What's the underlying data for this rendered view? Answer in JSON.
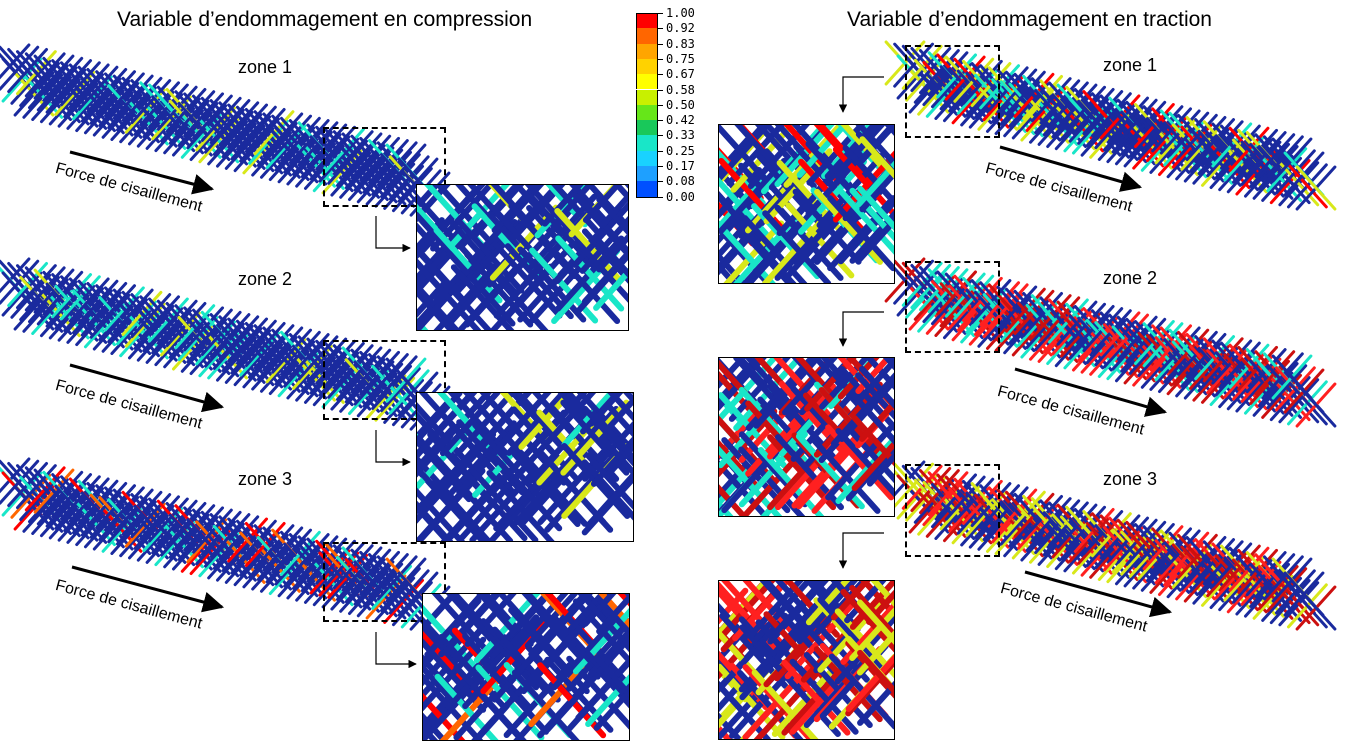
{
  "titles": {
    "compression": "Variable d’endommagement en compression",
    "traction": "Variable d’endommagement en traction"
  },
  "zones": {
    "z1": "zone 1",
    "z2": "zone 2",
    "z3": "zone 3"
  },
  "force_label": "Force de cisaillement",
  "legend": {
    "values": [
      "1.00",
      "0.92",
      "0.83",
      "0.75",
      "0.67",
      "0.58",
      "0.50",
      "0.42",
      "0.33",
      "0.25",
      "0.17",
      "0.08",
      "0.00"
    ],
    "colors": [
      "#ff0000",
      "#ff6600",
      "#ffa500",
      "#ffd200",
      "#ffff00",
      "#c8f000",
      "#66e619",
      "#19c85a",
      "#19e6c8",
      "#19d2ff",
      "#1ea0ff",
      "#0050ff",
      "#0000e6"
    ]
  },
  "lattice_colors": {
    "base": "#1a2a9e",
    "compression_z1": [
      "#19e6c8",
      "#d8e81a"
    ],
    "compression_z2": [
      "#19e6c8",
      "#d8e81a"
    ],
    "compression_z3": [
      "#ff6600",
      "#ff0000",
      "#19e6c8"
    ],
    "traction_z1": [
      "#d8e81a",
      "#ff0000",
      "#19e6c8"
    ],
    "traction_z2": [
      "#cc1010",
      "#ff2020",
      "#19e6c8"
    ],
    "traction_z3": [
      "#cc1010",
      "#ff2020",
      "#d8e81a"
    ]
  }
}
